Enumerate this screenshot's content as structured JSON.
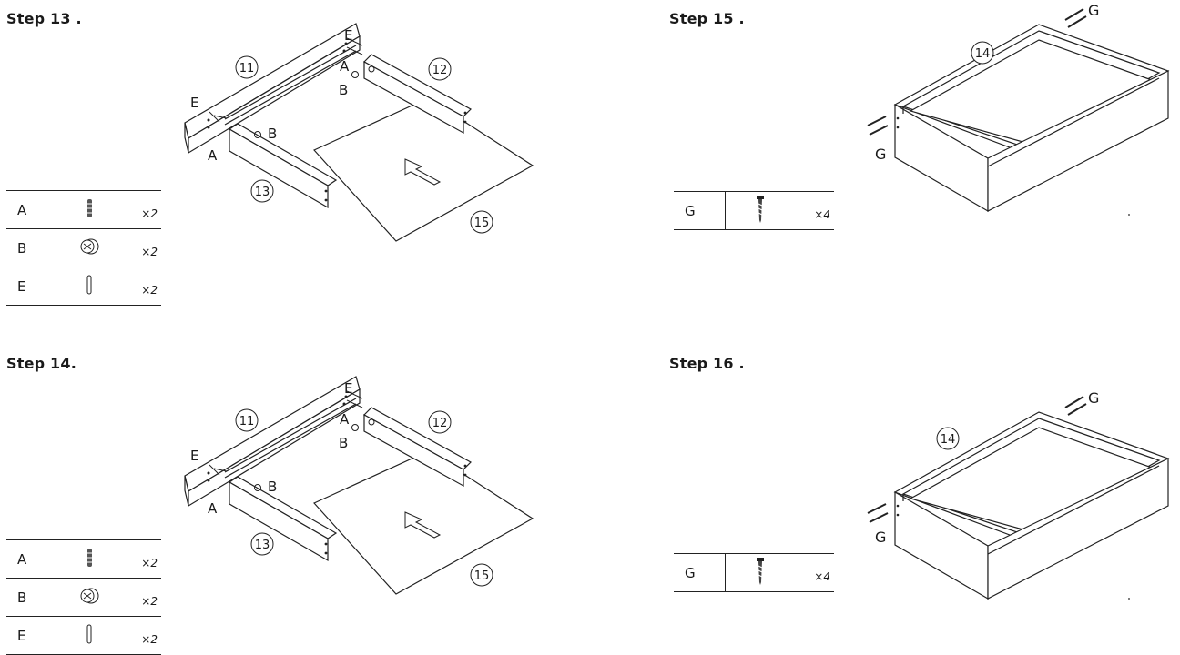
{
  "steps": {
    "s13": {
      "title": "Step 13 .",
      "parts": [
        {
          "letter": "A",
          "icon": "dowel-icon",
          "qty": "×2"
        },
        {
          "letter": "B",
          "icon": "cam-lock-icon",
          "qty": "×2"
        },
        {
          "letter": "E",
          "icon": "pin-icon",
          "qty": "×2"
        }
      ],
      "callouts": {
        "p11": "11",
        "p12": "12",
        "p13": "13",
        "p15": "15"
      },
      "letters": {
        "a": "A",
        "b": "B",
        "e": "E"
      }
    },
    "s14": {
      "title": "Step 14.",
      "parts": [
        {
          "letter": "A",
          "icon": "dowel-icon",
          "qty": "×2"
        },
        {
          "letter": "B",
          "icon": "cam-lock-icon",
          "qty": "×2"
        },
        {
          "letter": "E",
          "icon": "pin-icon",
          "qty": "×2"
        }
      ],
      "callouts": {
        "p11": "11",
        "p12": "12",
        "p13": "13",
        "p15": "15"
      },
      "letters": {
        "a": "A",
        "b": "B",
        "e": "E"
      }
    },
    "s15": {
      "title": "Step 15 .",
      "parts": [
        {
          "letter": "G",
          "icon": "screw-icon",
          "qty": "×4"
        }
      ],
      "callouts": {
        "p14": "14"
      },
      "letters": {
        "g": "G"
      }
    },
    "s16": {
      "title": "Step 16 .",
      "parts": [
        {
          "letter": "G",
          "icon": "screw-icon",
          "qty": "×4"
        }
      ],
      "callouts": {
        "p14": "14"
      },
      "letters": {
        "g": "G"
      }
    }
  }
}
